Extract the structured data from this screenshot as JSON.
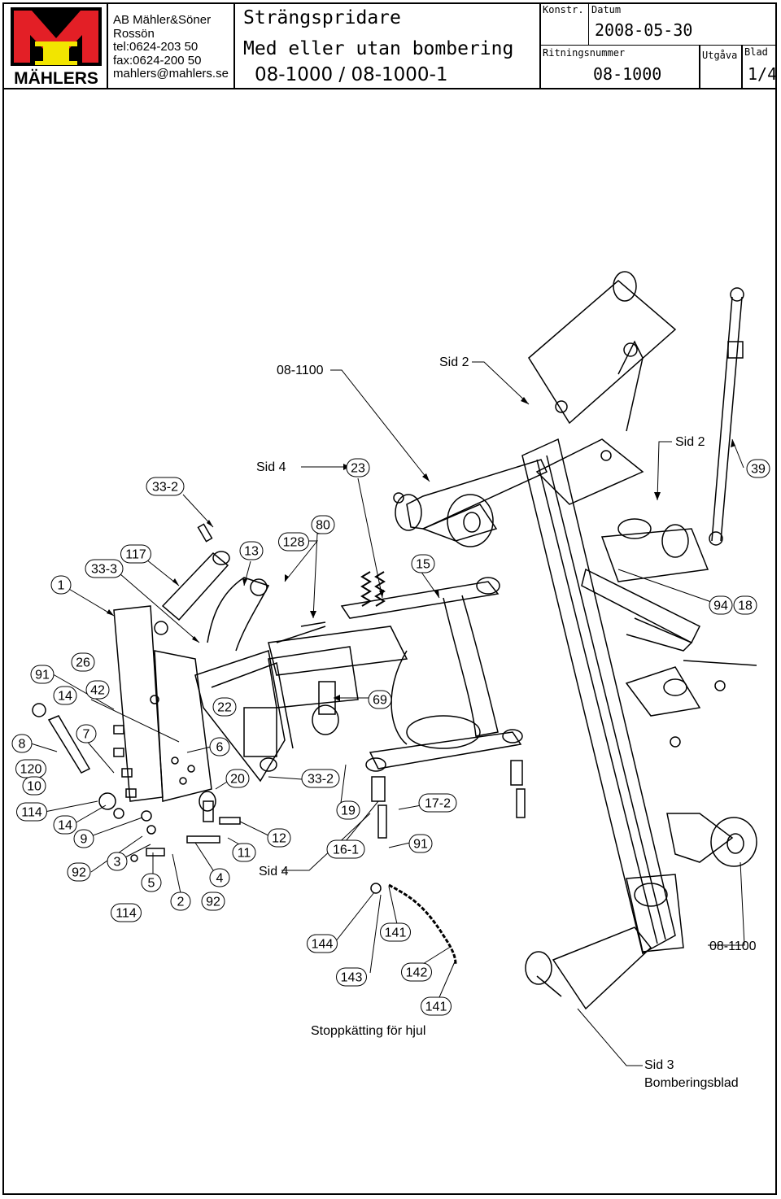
{
  "company": {
    "name": "AB Mähler&Söner",
    "city": "Rossön",
    "tel": "tel:0624-203 50",
    "fax": "fax:0624-200 50",
    "email": "mahlers@mahlers.se",
    "logo_text": "MÄHLERS",
    "logo_colors": {
      "red": "#e31f26",
      "yellow": "#f2e500",
      "black": "#000000"
    }
  },
  "title": {
    "line1": "Strängspridare",
    "line2": "Med eller utan bombering",
    "line3": "08-1000 / 08-1000-1"
  },
  "fields": {
    "konstr_label": "Konstr.",
    "datum_label": "Datum",
    "datum_value": "2008-05-30",
    "ritningsnummer_label": "Ritningsnummer",
    "ritningsnummer_value": "08-1000",
    "utgava_label": "Utgåva",
    "blad_label": "Blad",
    "blad_value": "1/4"
  },
  "labels": {
    "ref_08_1100_top": "08-1100",
    "sid2_top": "Sid 2",
    "sid2_right": "Sid 2",
    "sid4_top": "Sid 4",
    "sid4_bottom": "Sid 4",
    "ref_08_1100_right": "08-1100",
    "stop_chain": "Stoppkätting för hjul",
    "sid3_line1": "Sid 3",
    "sid3_line2": "Bomberingsblad"
  },
  "parts": [
    "1",
    "33-3",
    "117",
    "33-2",
    "13",
    "128",
    "80",
    "23",
    "15",
    "39",
    "94",
    "18",
    "91",
    "26",
    "14",
    "42",
    "22",
    "69",
    "8",
    "7",
    "6",
    "120",
    "10",
    "20",
    "33-2",
    "114",
    "14",
    "9",
    "12",
    "19",
    "16-1",
    "17-2",
    "91",
    "92",
    "3",
    "11",
    "5",
    "4",
    "2",
    "92",
    "114",
    "144",
    "141",
    "143",
    "142",
    "141"
  ]
}
